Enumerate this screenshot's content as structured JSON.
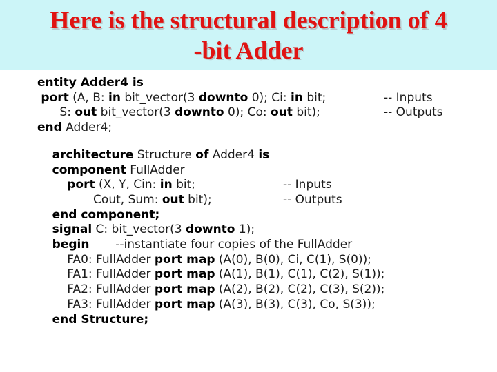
{
  "title": {
    "line1": "Here is the structural description of 4",
    "line2": "-bit Adder"
  },
  "colors": {
    "band_background": "#ccf5f8",
    "title_red": "#e01312",
    "title_shadow": "#b7c9cc",
    "code_text": "#1c1c1c"
  },
  "code": {
    "blocks": [
      {
        "gap_before": false,
        "lines": [
          {
            "segments": [
              {
                "t": "entity Adder4 is",
                "b": true
              }
            ]
          },
          {
            "segments": [
              {
                "t": " ",
                "b": false
              },
              {
                "t": "port",
                "b": true
              },
              {
                "t": " (A, B: ",
                "b": false
              },
              {
                "t": "in",
                "b": true
              },
              {
                "t": " bit_vector(3 ",
                "b": false
              },
              {
                "t": "downto",
                "b": true
              },
              {
                "t": " 0); Ci: ",
                "b": false
              },
              {
                "t": "in",
                "b": true
              },
              {
                "t": " bit;",
                "b": false
              }
            ],
            "comment": "-- Inputs",
            "cmin": 502
          },
          {
            "segments": [
              {
                "t": "      S: ",
                "b": false
              },
              {
                "t": "out",
                "b": true
              },
              {
                "t": " bit_vector(3 ",
                "b": false
              },
              {
                "t": "downto",
                "b": true
              },
              {
                "t": " 0); Co: ",
                "b": false
              },
              {
                "t": "out",
                "b": true
              },
              {
                "t": " bit);",
                "b": false
              }
            ],
            "comment": "-- Outputs",
            "cmin": 502
          },
          {
            "segments": [
              {
                "t": "end",
                "b": true
              },
              {
                "t": " Adder4;",
                "b": false
              }
            ]
          }
        ]
      },
      {
        "gap_before": true,
        "lines": [
          {
            "segments": [
              {
                "t": "    ",
                "b": false
              },
              {
                "t": "architecture",
                "b": true
              },
              {
                "t": " Structure ",
                "b": false
              },
              {
                "t": "of",
                "b": true
              },
              {
                "t": " Adder4 ",
                "b": false
              },
              {
                "t": "is",
                "b": true
              }
            ]
          },
          {
            "segments": [
              {
                "t": "    ",
                "b": false
              },
              {
                "t": "component",
                "b": true
              },
              {
                "t": " FullAdder",
                "b": false
              }
            ]
          },
          {
            "segments": [
              {
                "t": "        ",
                "b": false
              },
              {
                "t": "port",
                "b": true
              },
              {
                "t": " (X, Y, Cin: ",
                "b": false
              },
              {
                "t": "in",
                "b": true
              },
              {
                "t": " bit;",
                "b": false
              }
            ],
            "comment": "-- Inputs",
            "cmin": 356
          },
          {
            "segments": [
              {
                "t": "               Cout, Sum: ",
                "b": false
              },
              {
                "t": "out",
                "b": true
              },
              {
                "t": " bit);",
                "b": false
              }
            ],
            "comment": "-- Outputs",
            "cmin": 356
          },
          {
            "segments": [
              {
                "t": "    ",
                "b": false
              },
              {
                "t": "end component;",
                "b": true
              }
            ]
          },
          {
            "segments": [
              {
                "t": "    ",
                "b": false
              },
              {
                "t": "signal",
                "b": true
              },
              {
                "t": " C: bit_vector(3 ",
                "b": false
              },
              {
                "t": "downto",
                "b": true
              },
              {
                "t": " 1);",
                "b": false
              }
            ]
          },
          {
            "segments": [
              {
                "t": "    ",
                "b": false
              },
              {
                "t": "begin",
                "b": true
              },
              {
                "t": "       --instantiate four copies of the FullAdder",
                "b": false
              }
            ]
          },
          {
            "segments": [
              {
                "t": "        FA0: FullAdder ",
                "b": false
              },
              {
                "t": "port map",
                "b": true
              },
              {
                "t": " (A(0), B(0), Ci, C(1), S(0));",
                "b": false
              }
            ]
          },
          {
            "segments": [
              {
                "t": "        FA1: FullAdder ",
                "b": false
              },
              {
                "t": "port map",
                "b": true
              },
              {
                "t": " (A(1), B(1), C(1), C(2), S(1));",
                "b": false
              }
            ]
          },
          {
            "segments": [
              {
                "t": "        FA2: FullAdder ",
                "b": false
              },
              {
                "t": "port map",
                "b": true
              },
              {
                "t": " (A(2), B(2), C(2), C(3), S(2));",
                "b": false
              }
            ]
          },
          {
            "segments": [
              {
                "t": "        FA3: FullAdder ",
                "b": false
              },
              {
                "t": "port map",
                "b": true
              },
              {
                "t": " (A(3), B(3), C(3), Co, S(3));",
                "b": false
              }
            ]
          },
          {
            "segments": [
              {
                "t": "    ",
                "b": false
              },
              {
                "t": "end Structure;",
                "b": true
              }
            ]
          }
        ]
      }
    ]
  }
}
